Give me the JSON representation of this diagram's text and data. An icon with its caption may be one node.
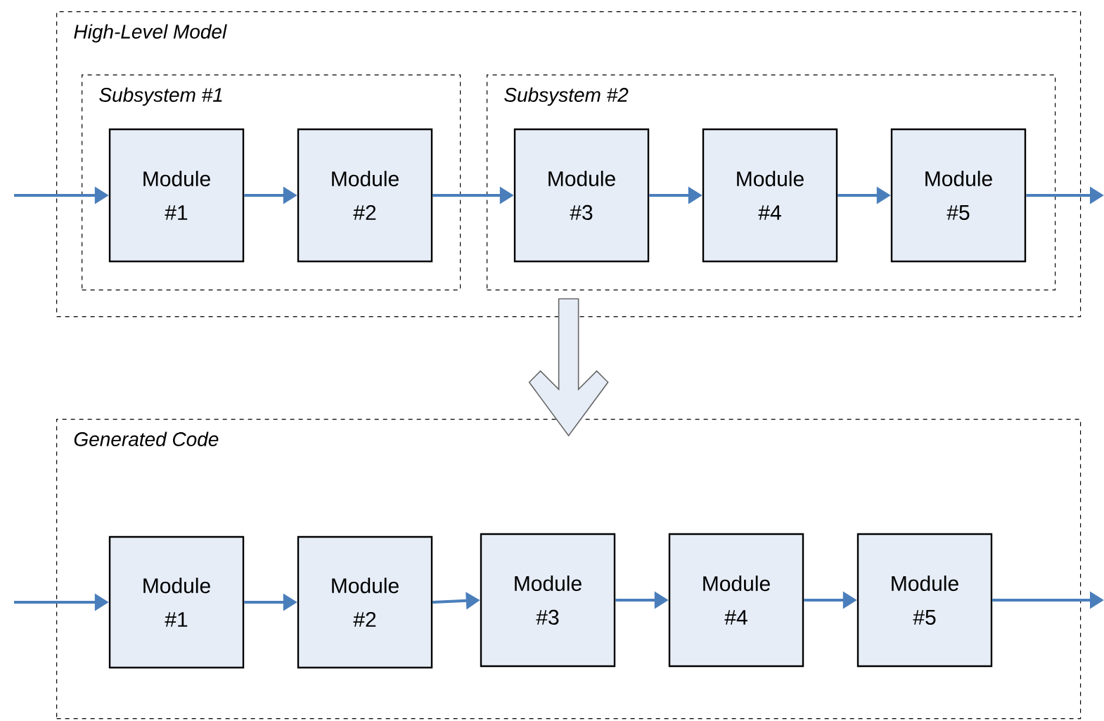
{
  "diagram": {
    "nodes": [
      {
        "text": [
          "High-Level Model"
        ]
      },
      {
        "text": [
          "Subsystem #1"
        ],
        "in": 0
      },
      {
        "text": [
          "Module #1"
        ],
        "in": 1
      },
      {
        "text": [
          "Module #2"
        ],
        "in": 1
      },
      {
        "text": [
          "Subsystem #2"
        ],
        "in": 0
      },
      {
        "text": [
          "Module #3"
        ],
        "in": 4
      },
      {
        "text": [
          "Module #4"
        ],
        "in": 4
      },
      {
        "text": [
          "Module #5"
        ],
        "in": 4
      },
      {
        "text": [
          "Generated Code"
        ]
      },
      {
        "text": [
          "Module #1"
        ],
        "in": 8
      },
      {
        "text": [
          "Module #2"
        ],
        "in": 8
      },
      {
        "text": [
          "Module #3"
        ],
        "in": 8
      },
      {
        "text": [
          "Module #4"
        ],
        "in": 8
      },
      {
        "text": [
          "Module #5"
        ],
        "in": 8
      }
    ],
    "edges": [
      {
        "from": null,
        "to": 2,
        "arrow": "to"
      },
      {
        "from": 2,
        "to": 3,
        "arrow": "to"
      },
      {
        "from": 3,
        "to": 5,
        "arrow": "to"
      },
      {
        "from": 5,
        "to": 6,
        "arrow": "to"
      },
      {
        "from": 6,
        "to": 7,
        "arrow": "to"
      },
      {
        "from": 7,
        "to": null,
        "arrow": "to"
      },
      {
        "from": 0,
        "to": 8,
        "arrow": "to",
        "style": "thick"
      },
      {
        "from": null,
        "to": 9,
        "arrow": "to"
      },
      {
        "from": 9,
        "to": 10,
        "arrow": "to"
      },
      {
        "from": 10,
        "to": 11,
        "arrow": "to"
      },
      {
        "from": 11,
        "to": 12,
        "arrow": "to"
      },
      {
        "from": 12,
        "to": 13,
        "arrow": "to"
      },
      {
        "from": 13,
        "to": null,
        "arrow": "to"
      }
    ]
  }
}
